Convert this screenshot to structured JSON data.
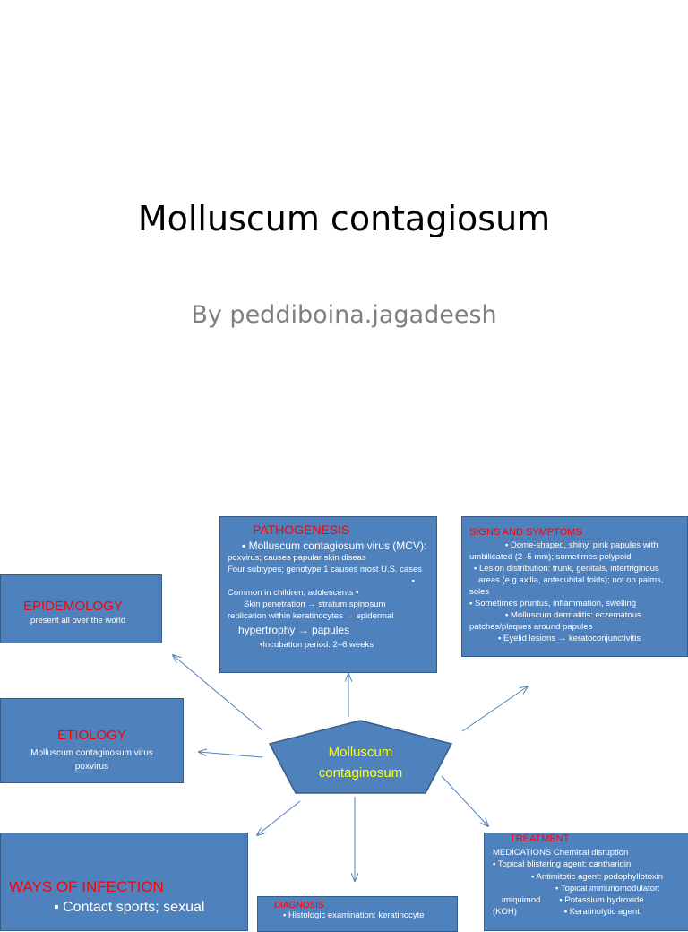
{
  "title_slide": {
    "title": "Molluscum contagiosum",
    "subtitle": "By peddiboina.jagadeesh"
  },
  "diagram": {
    "colors": {
      "box_fill": "#4f81bd",
      "heading": "#ff0000",
      "center_text": "#ffff00",
      "arrow": "#4f81bd"
    },
    "center": {
      "line1": "Molluscum",
      "line2": "contaginosum"
    },
    "epidemology": {
      "heading": "EPIDEMOLOGY",
      "text": "present all over the world"
    },
    "etiology": {
      "heading": "ETIOLOGY",
      "line1": "Molluscum contaginosum virus",
      "line2": "poxvirus"
    },
    "pathogenesis": {
      "heading": "PATHOGENESIS",
      "lines": [
        "▪ Molluscum contagiosum virus (MCV):",
        "poxvirus; causes papular skin diseas",
        "Four subtypes; genotype 1 causes most U.S. cases",
        "▪",
        "Common in children, adolescents ▪",
        "Skin penetration → stratum spinosum",
        "replication within keratinocytes → epidermal",
        "hypertrophy → papules",
        "▪Incubation period: 2–6 weeks"
      ]
    },
    "signs": {
      "heading": "SIGNS  AND SYMPTOMS",
      "lines": [
        "▪ Dome-shaped, shiny, pink papules with",
        "umbilicated (2–5 mm); sometimes polypoid",
        "▪ Lesion distribution: trunk, genitals, intertriginous",
        "areas (e.g axilla, antecubital folds); not on palms,",
        "soles",
        "▪ Sometimes pruritus, inflammation, swelling",
        "▪ Molluscum dermatitis: eczematous",
        "patches/plaques around papules",
        "▪ Eyelid lesions → keratoconjunctivitis"
      ]
    },
    "ways": {
      "heading": "WAYS OF INFECTION",
      "text": "▪ Contact sports; sexual"
    },
    "diagnosis": {
      "heading": "DIAGNOSIS",
      "text": "▪ Histologic examination: keratinocyte"
    },
    "treatment": {
      "heading": "TREATMENT",
      "lines": [
        "MEDICATIONS Chemical disruption",
        "▪ Topical blistering agent: cantharidin",
        "▪ Antimitotic agent: podophyllotoxin",
        "▪ Topical immunomodulator:",
        "imiquimod        ▪ Potassium hydroxide",
        "(KOH)                    ▪ Keratinolytic agent:"
      ]
    }
  }
}
